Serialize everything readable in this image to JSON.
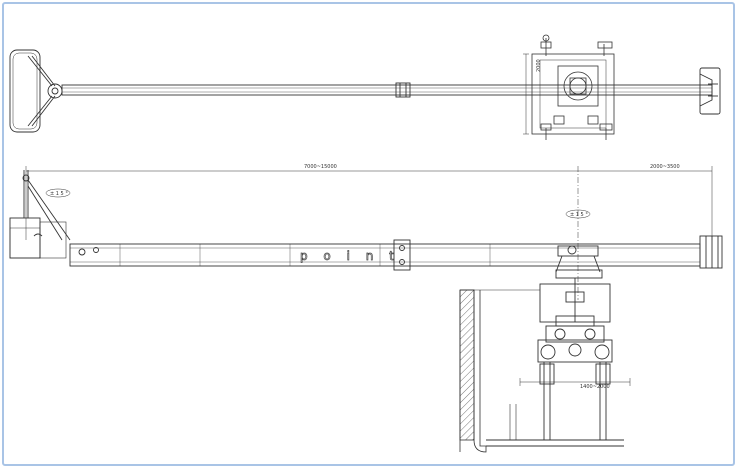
{
  "drawing": {
    "dimensions": {
      "boom_length": "7000~15000",
      "overhang": "2000~3500",
      "track_gauge": "1400~2000",
      "top_height": "2000"
    },
    "angles": {
      "left_swing": "± 1 5 °",
      "right_swing": "± 1 5 °"
    },
    "brand_text": "p o i n t"
  },
  "colors": {
    "line": "#333333",
    "frame_border": "#a9c4e6",
    "hatch": "#555555"
  }
}
